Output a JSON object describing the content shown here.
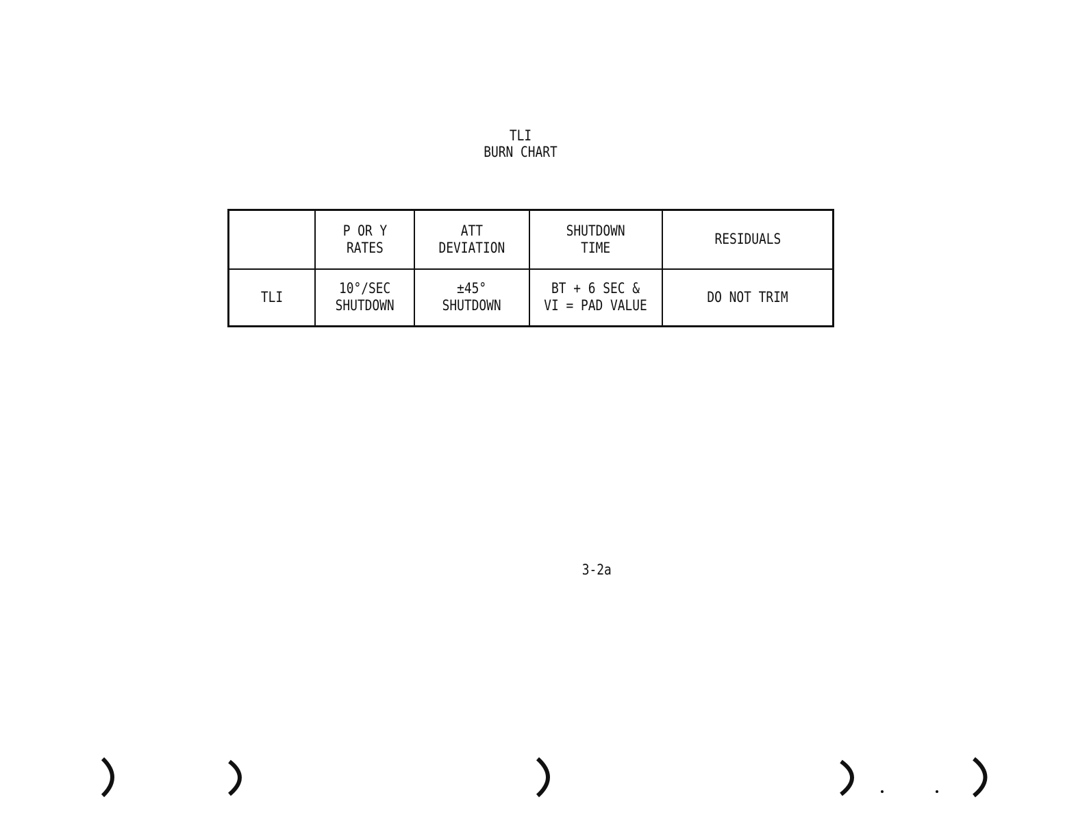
{
  "title": {
    "line1": "TLI",
    "line2": "BURN CHART"
  },
  "table": {
    "headers": [
      "",
      "P OR Y\nRATES",
      "ATT\nDEVIATION",
      "SHUTDOWN\nTIME",
      "RESIDUALS"
    ],
    "rows": [
      [
        "TLI",
        "10°/SEC\nSHUTDOWN",
        "±45°\nSHUTDOWN",
        "BT + 6 SEC &\nVI = PAD VALUE",
        "DO NOT TRIM"
      ]
    ]
  },
  "page_number": "3-2a"
}
